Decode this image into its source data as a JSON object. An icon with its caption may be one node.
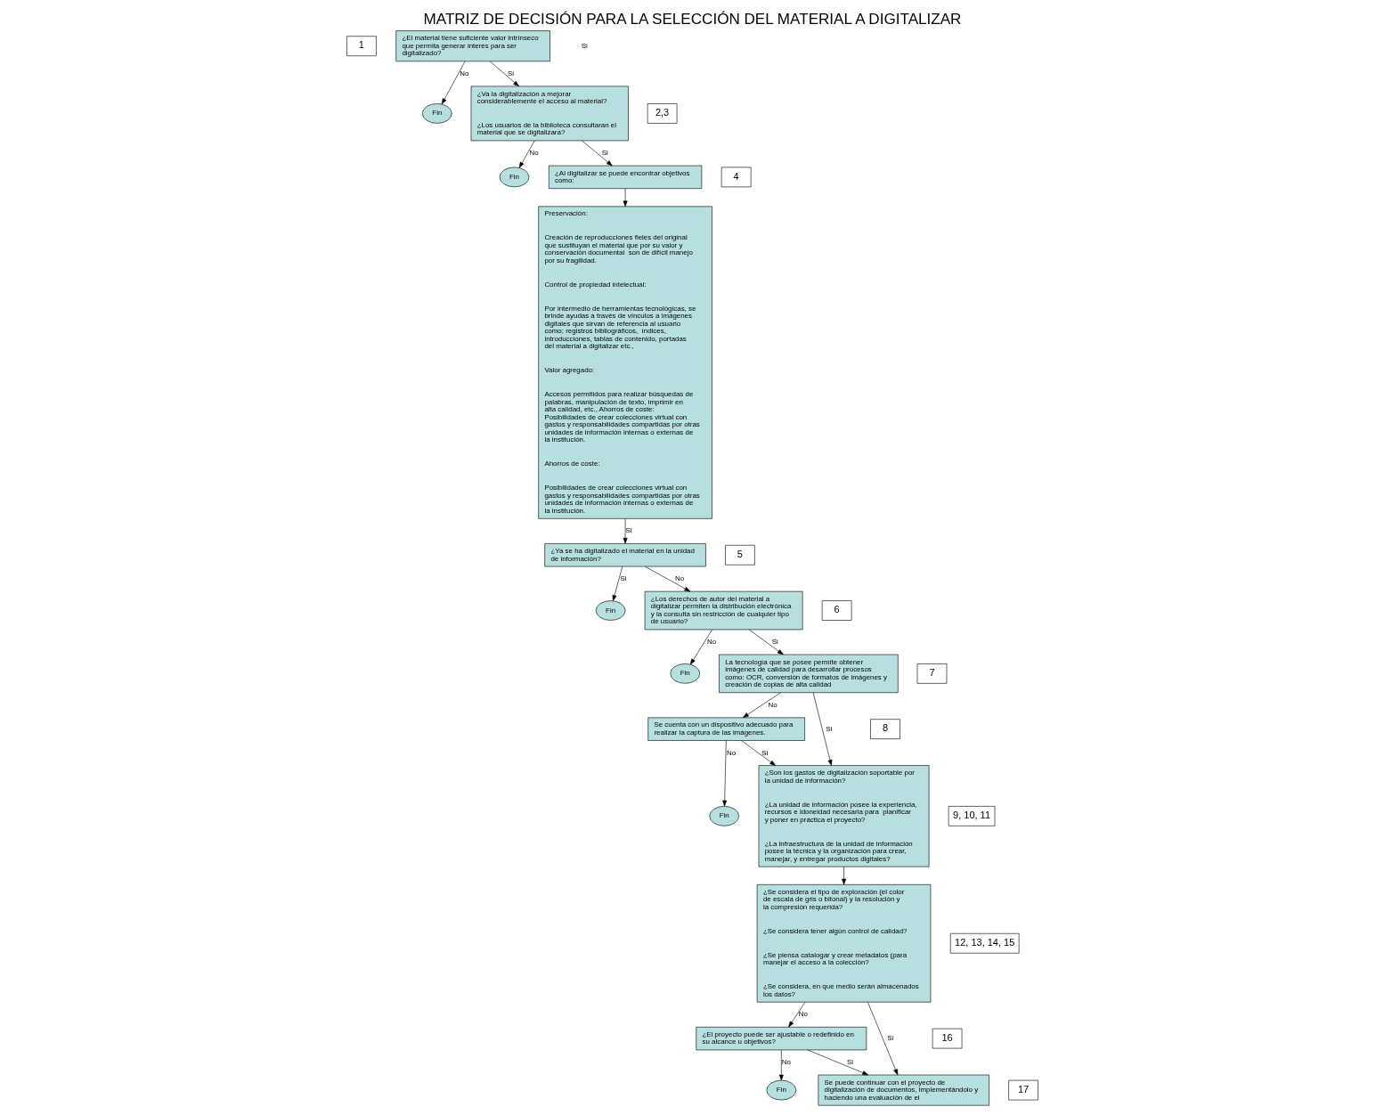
{
  "diagram": {
    "title": "MATRIZ DE DECISIÓN PARA LA SELECCIÓN DEL MATERIAL A DIGITALIZAR",
    "nodes": [
      {
        "text": [
          "1"
        ]
      },
      {
        "text": [
          "¿El material tiene suficiente valor intrínseco que permita generar interés para ser digitalizado?"
        ]
      },
      {
        "text": [
          "Fin"
        ]
      },
      {
        "text": [
          "2,3"
        ]
      },
      {
        "text": [
          "Fin"
        ]
      },
      {
        "text": [
          "¿Va la digitalización a mejorar considerablemente el acceso al material?",
          "¿Los usuarios de la biblioteca consultaran el material que se digitalizara?"
        ]
      },
      {
        "text": [
          "4"
        ]
      },
      {
        "text": [
          "¿Al digitalizar se puede encontrar objetivos como:"
        ]
      },
      {
        "text": [
          "Preservación:",
          "Creación de reproducciones fieles del original que sustituyan el material que por su valor y conservación documental  son de difícil manejo por su fragilidad.",
          "Control de propiedad intelectual:",
          "Por intermedio de herramientas tecnológicas, se brinde ayudas a través de vínculos a imágenes digitales que sirvan de referencia al usuario como; registros bibliográficos,  índices, introducciones, tablas de contenido, portadas del material a digitalizar etc.,",
          "Valor agregado:",
          "Accesos permitidos para realizar búsquedas de palabras, manipulación de texto, imprimir en alta calidad, etc., Ahorros de coste: Posibilidades de crear colecciones virtual con gastos y responsabilidades compartidas por otras unidades de información internas o externas de la institución.",
          "Ahorros de coste:",
          "Posibilidades de crear colecciones virtual con gastos y responsabilidades compartidas por otras unidades de información internas o externas de la institución."
        ]
      },
      {
        "text": [
          "5"
        ]
      },
      {
        "text": [
          "Fin"
        ]
      },
      {
        "text": [
          "¿Ya se ha digitalizado el material en la unidad de información?"
        ]
      },
      {
        "text": [
          "6"
        ]
      },
      {
        "text": [
          "Fin"
        ]
      },
      {
        "text": [
          "¿Los derechos de autor del material a digitalizar permiten la distribución electrónica y la consulta sin restricción de cualquier tipo de usuario?"
        ]
      },
      {
        "text": [
          "12, 13, 14, 15"
        ]
      },
      {
        "text": [
          "¿Se considera el tipo de exploración (el color de escala de gris o bitonal) y la resolución y la compresión requerida?",
          "¿Se considera tener algún control de calidad?",
          "¿Se piensa catalogar y crear metadatos (para manejar el acceso a la colección?",
          "¿Se considera, en que medio serán almacenados los datos?"
        ]
      },
      {
        "text": [
          "7"
        ]
      },
      {
        "text": [
          "La tecnología que se posee permite obtener imágenes de calidad para desarrollar procesos como: OCR, conversión de formatos de imágenes y creación de copias de alta calidad"
        ]
      },
      {
        "text": [
          "8"
        ]
      },
      {
        "text": [
          "Fin"
        ]
      },
      {
        "text": [
          "Se cuenta con un dispositivo adecuado para realizar la captura de las imágenes."
        ]
      },
      {
        "text": [
          "16"
        ]
      },
      {
        "text": [
          "¿El proyecto puede ser ajustable o redefinido en su alcance u objetivos?"
        ]
      },
      {
        "text": [
          "9, 10, 11"
        ]
      },
      {
        "text": [
          "Fin"
        ]
      },
      {
        "text": [
          "17"
        ]
      },
      {
        "text": [
          "¿Son los gastos de digitalización soportable por la unidad de información?",
          "¿La unidad de información posee la experiencia, recursos e idoneidad necesaria para  planificar y poner en práctica el proyecto?",
          "¿La infraestructura de la unidad de información posee la técnica y la organización para crear, manejar, y entregar productos digitales?"
        ]
      },
      {
        "text": [
          "Se puede continuar con el proyecto de digitalización de documentos, implementándolo y haciendo una evaluación de el"
        ]
      }
    ],
    "edges": [
      {
        "from": 1,
        "to": 2,
        "arrow": "to",
        "label": "No"
      },
      {
        "from": 1,
        "to": 5,
        "arrow": "to",
        "label": "Si"
      },
      {
        "from": 5,
        "to": 4,
        "arrow": "to",
        "label": "No"
      },
      {
        "from": 5,
        "to": 7,
        "arrow": "to",
        "label": "Si"
      },
      {
        "from": 7,
        "to": 8,
        "arrow": "to"
      },
      {
        "from": 8,
        "to": 11,
        "arrow": "to",
        "label": "Si"
      },
      {
        "from": 11,
        "to": 10,
        "arrow": "to",
        "label": "Si"
      },
      {
        "from": 11,
        "to": 14,
        "arrow": "to",
        "label": "No"
      },
      {
        "from": 14,
        "to": 13,
        "arrow": "to",
        "label": "No"
      },
      {
        "from": 14,
        "to": 18,
        "arrow": "to",
        "label": "Si"
      },
      {
        "from": 18,
        "to": 27,
        "arrow": "to",
        "label": "Si"
      },
      {
        "from": 18,
        "to": 21,
        "arrow": "to",
        "label": "No"
      },
      {
        "from": 21,
        "to": 20,
        "arrow": "to",
        "label": "No"
      },
      {
        "from": 21,
        "to": 27,
        "arrow": "to",
        "label": "Si"
      },
      {
        "from": 27,
        "to": 16,
        "arrow": "to"
      },
      {
        "from": 16,
        "to": 23,
        "arrow": "to",
        "label": "No"
      },
      {
        "from": 16,
        "to": 28,
        "arrow": "to",
        "label": "Si"
      },
      {
        "from": 23,
        "to": 25,
        "arrow": "to",
        "label": "No"
      },
      {
        "from": 23,
        "to": 28,
        "arrow": "to",
        "label": "Si"
      }
    ],
    "labels": [
      "Si"
    ]
  }
}
